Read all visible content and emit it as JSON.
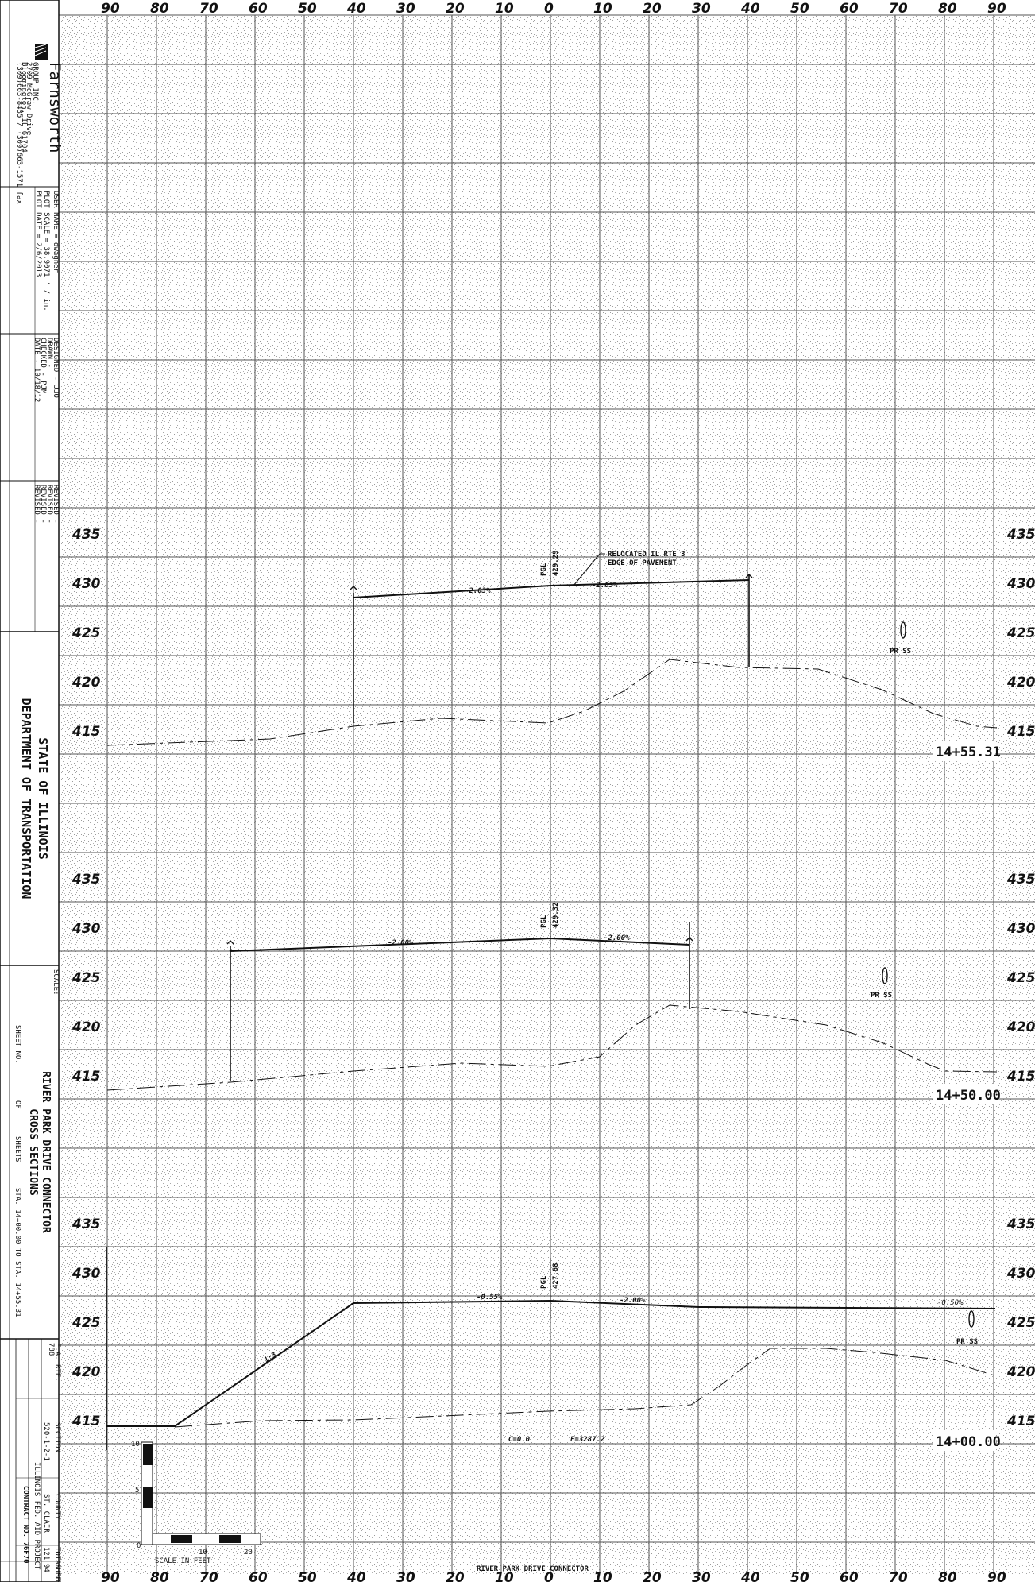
{
  "top_scale": [
    "90",
    "80",
    "70",
    "60",
    "50",
    "40",
    "30",
    "20",
    "10",
    "0",
    "10",
    "20",
    "30",
    "40",
    "50",
    "60",
    "70",
    "80",
    "90"
  ],
  "bottom_scale": [
    "90",
    "80",
    "70",
    "60",
    "50",
    "40",
    "30",
    "20",
    "10",
    "0",
    "10",
    "20",
    "30",
    "40",
    "50",
    "60",
    "70",
    "80",
    "90"
  ],
  "company": {
    "name": "Farnsworth",
    "group": "GROUP INC.",
    "address_lines": [
      "2709 McGraw Drive",
      "Bloomington, IL 61704",
      "(309)663-8435 / (309)663-1571 fax"
    ]
  },
  "title_block": {
    "user_name": "USER NAME = dwagner",
    "plot_scale": "PLOT SCALE = 38.9071 ' / in.",
    "plot_date": "PLOT DATE = 2/6/2013",
    "designed": "DESIGNED  -  JJO",
    "drawn": "DRAWN  -",
    "checked": "CHECKED  -  PJM",
    "date": "DATE  -  10/18/12",
    "revised": [
      "REVISED  -",
      "REVISED  -",
      "REVISED  -",
      "REVISED  -"
    ],
    "agency_line1": "STATE OF ILLINOIS",
    "agency_line2": "DEPARTMENT OF TRANSPORTATION",
    "scale": "SCALE:",
    "sheet_title1": "RIVER PARK DRIVE CONNECTOR",
    "sheet_title2": "CROSS SECTIONS",
    "sheet_no": "SHEET NO.",
    "of": "OF",
    "sheets": "SHEETS",
    "sta_range": "STA. 14+00.00  TO STA. 14+55.31",
    "fa_rte_label": "F.A. RTE.",
    "fa_rte": "788",
    "section_label": "SECTION",
    "section": "520-1-2-1",
    "county_label": "COUNTY",
    "county": "ST. CLAIR",
    "total_sheets_label": "TOTAL SHEETS",
    "total_sheets": "121",
    "sheet_label": "SHEET NO.",
    "sheet": "94",
    "fed_aid": "ILLINOIS FED. AID PROJECT",
    "contract": "CONTRACT NO. 76F70"
  },
  "sections": [
    {
      "station": "14+55.31",
      "elevations": [
        "435",
        "430",
        "425",
        "420",
        "415"
      ],
      "pgl_label": "PGL",
      "pgl_elev": "429.29",
      "left_slope": "-2.03%",
      "right_slope": "-2.03%",
      "callout_line1": "RELOCATED IL RTE 3",
      "callout_line2": "EDGE OF PAVEMENT",
      "pipe_label": "PR SS"
    },
    {
      "station": "14+50.00",
      "elevations": [
        "435",
        "430",
        "425",
        "420",
        "415"
      ],
      "pgl_label": "PGL",
      "pgl_elev": "429.32",
      "left_slope": "-2.00%",
      "right_slope": "-2.00%",
      "pipe_label": "PR SS"
    },
    {
      "station": "14+00.00",
      "elevations": [
        "435",
        "430",
        "425",
        "420",
        "415"
      ],
      "pgl_label": "PGL",
      "pgl_elev": "427.68",
      "left_slope": "-0.55%",
      "right_slope": "-2.00%",
      "far_slope": "-0.50%",
      "side_slope": "1:3",
      "cut": "C=0.0",
      "fill": "F=3287.2",
      "pipe_label": "PR SS"
    }
  ],
  "bar_scale": {
    "vertical_labels": [
      "10",
      "5",
      "0"
    ],
    "horizontal_labels": [
      "10",
      "20"
    ],
    "caption": "SCALE IN FEET"
  },
  "footer": "RIVER PARK DRIVE CONNECTOR",
  "colors": {
    "paper": "#ffffff",
    "ink": "#111111",
    "grid": "#555555",
    "stipple": "#8a8a8a"
  }
}
